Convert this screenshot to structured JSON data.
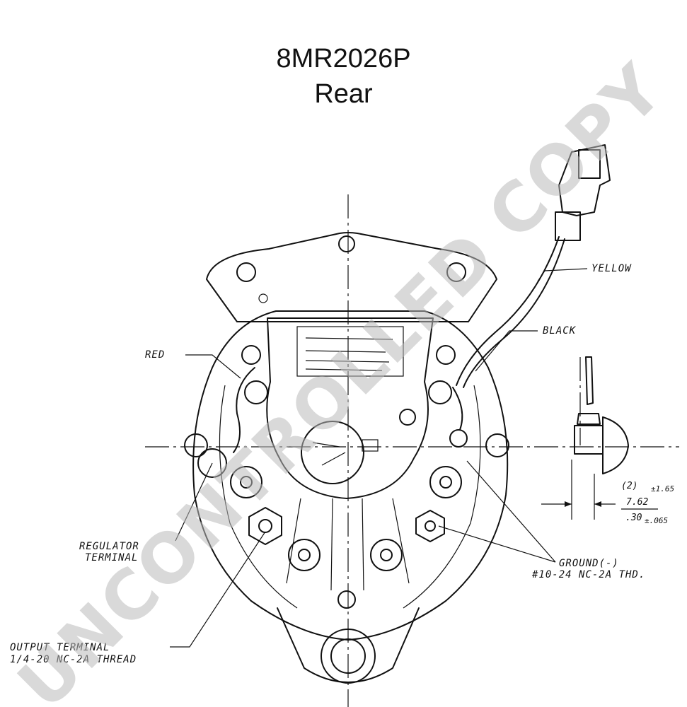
{
  "title": {
    "part_number": "8MR2026P",
    "view": "Rear"
  },
  "callouts": {
    "yellow": "YELLOW",
    "black": "BLACK",
    "red": "RED",
    "regulator_line1": "REGULATOR",
    "regulator_line2": "TERMINAL",
    "ground_line1": "GROUND(-)",
    "ground_line2": "#10-24 NC-2A THD.",
    "output_line1": "OUTPUT TERMINAL",
    "output_line2": "1/4-20 NC-2A THREAD"
  },
  "dimensions": {
    "count": "(2)",
    "tol_upper": "±1.65",
    "metric": "7.62",
    "inch": ".30",
    "tol_lower": "±.065"
  },
  "watermark": "UNCONTROLLED COPY",
  "colors": {
    "line": "#111111",
    "watermark": "#b9b9b9",
    "background": "#ffffff"
  }
}
